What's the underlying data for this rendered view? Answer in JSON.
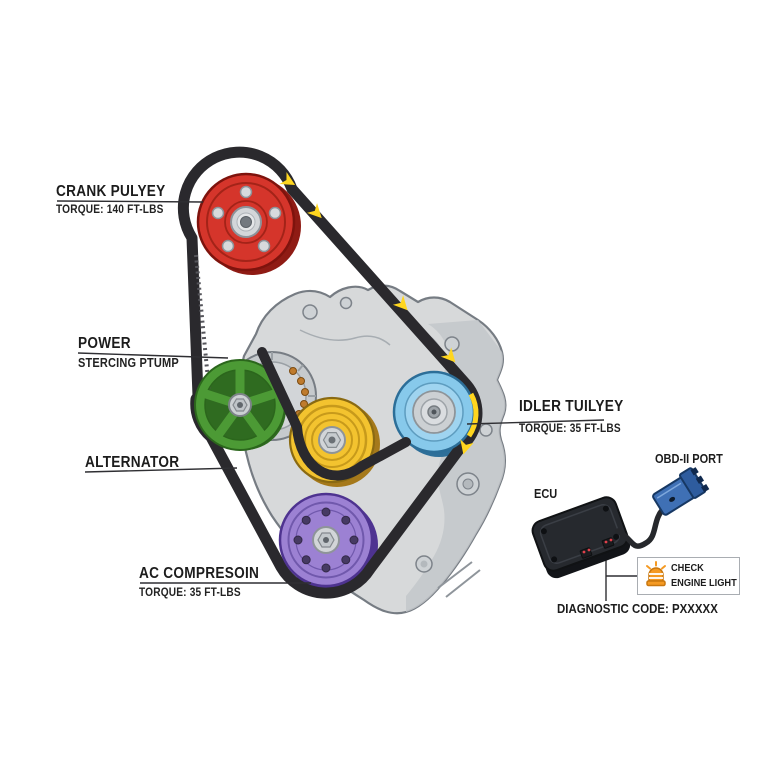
{
  "meta": {
    "description": "Serpentine belt routing diagram with torque specs, ECU and OBD-II diagnostic callout"
  },
  "labels": {
    "crank_pulley": {
      "title": "CRANK PULYEY",
      "torque": "TORQUE: 140 FT-LBS"
    },
    "power_steering": {
      "line1": "POWER",
      "line2": "STERCING PTUMP"
    },
    "alternator": {
      "title": "ALTERNATOR"
    },
    "ac_compressor": {
      "title": "AC COMPRESOIN",
      "torque": "TORQUE: 35 FT-LBS"
    },
    "idler_pulley": {
      "title": "IDLER TUILYEY",
      "torque": "TORQUE: 35 FT-LBS"
    },
    "ecu": {
      "title": "ECU"
    },
    "obd_port": {
      "title": "OBD-II PORT"
    },
    "check_engine_light": {
      "line1": "CHECK",
      "line2": "ENGINE LIGHT"
    },
    "diagnostic_code": {
      "text": "DIAGNOSTIC CODE: PXXXXX"
    }
  },
  "components": [
    {
      "name": "Crank pulley",
      "color": "#d5352b",
      "torque": "140 FT-LBS"
    },
    {
      "name": "Power steering pump pulley",
      "color": "#4c9a35"
    },
    {
      "name": "Alternator",
      "color": "#c6cacd"
    },
    {
      "name": "Accessory pulley",
      "color": "#f3c32f"
    },
    {
      "name": "Idler pulley",
      "color": "#87c9eb",
      "torque": "35 FT-LBS"
    },
    {
      "name": "AC compressor pulley",
      "color": "#9c81d3",
      "torque": "35 FT-LBS"
    },
    {
      "name": "Serpentine belt",
      "color": "#2a292d"
    },
    {
      "name": "ECU module",
      "color": "#26292e"
    },
    {
      "name": "OBD-II connector",
      "color": "#3f70b5"
    }
  ],
  "colors": {
    "belt": "#2a292d",
    "direction_arrow": "#ffd61f",
    "engine_block": "#d7d9da",
    "leader_line": "#2f2f33",
    "check_engine_icon": "#f59a23",
    "text": "#1c1c1c",
    "callout_border": "#a9adb2"
  }
}
